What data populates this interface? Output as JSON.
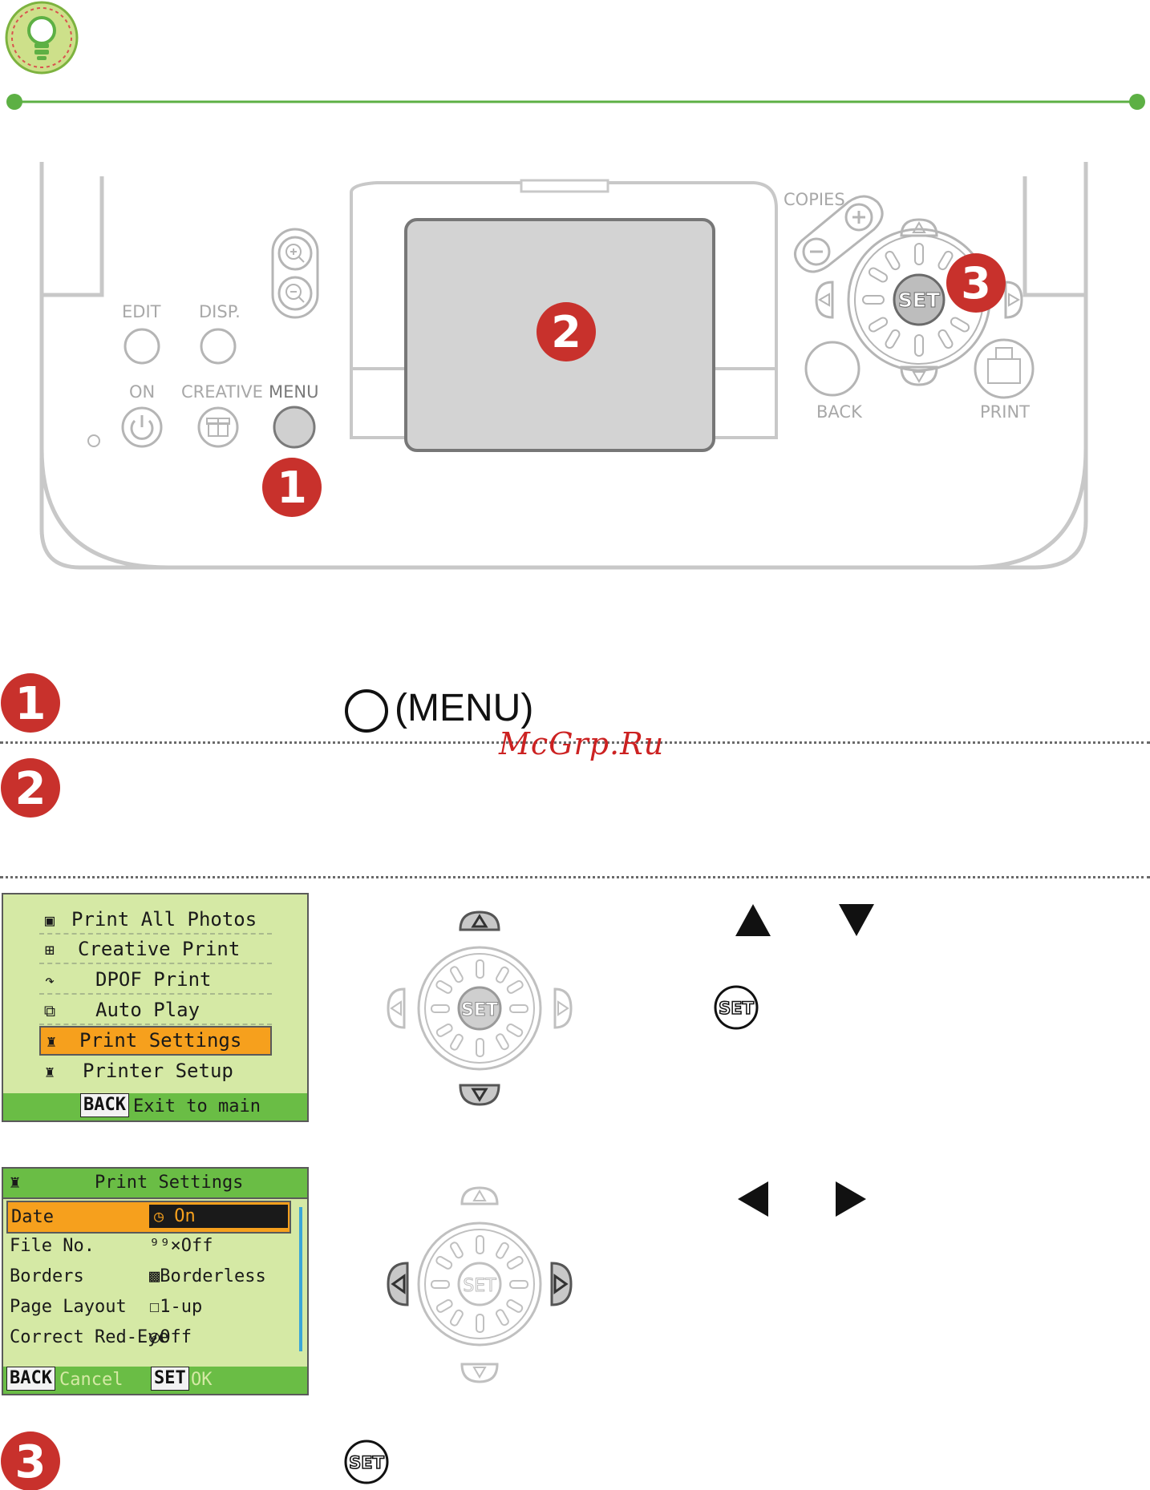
{
  "header": {
    "tip_icon": "lightbulb-icon",
    "rule_color": "#5db044"
  },
  "panel": {
    "labels": {
      "edit": "EDIT",
      "disp": "DISP.",
      "on": "ON",
      "creative": "CREATIVE",
      "menu": "MENU",
      "copies": "COPIES",
      "back": "BACK",
      "print": "PRINT",
      "set": "SET"
    },
    "callouts": [
      "1",
      "2",
      "3"
    ]
  },
  "steps": [
    {
      "number": "1",
      "text": "(MENU)"
    },
    {
      "number": "2"
    },
    {
      "number": "3"
    }
  ],
  "watermark": "McGrp.Ru",
  "main_menu_screen": {
    "items": [
      {
        "label": "Print All Photos",
        "icon": "photos-icon"
      },
      {
        "label": "Creative Print",
        "icon": "gift-icon"
      },
      {
        "label": "DPOF Print",
        "icon": "dpof-icon"
      },
      {
        "label": "Auto Play",
        "icon": "autoplay-icon"
      },
      {
        "label": "Print Settings",
        "icon": "tools-icon",
        "selected": true
      },
      {
        "label": "Printer Setup",
        "icon": "tools-icon"
      }
    ],
    "footer_key": "BACK",
    "footer_text": "Exit to main display"
  },
  "settings_screen": {
    "title": "Print Settings",
    "rows": [
      {
        "name": "Date",
        "value": "On",
        "selected": true
      },
      {
        "name": "File No.",
        "value": "Off"
      },
      {
        "name": "Borders",
        "value": "Borderless"
      },
      {
        "name": "Page Layout",
        "value": "1-up"
      },
      {
        "name": "Correct Red-Eye",
        "value": "Off"
      }
    ],
    "footer": {
      "back_key": "BACK",
      "back_text": "Cancel",
      "set_key": "SET",
      "set_text": "OK"
    }
  },
  "colors": {
    "callout_red": "#c8312c",
    "lcd_bg": "#d5e9a5",
    "lcd_footer": "#6abd45",
    "selection": "#f6a01d"
  }
}
